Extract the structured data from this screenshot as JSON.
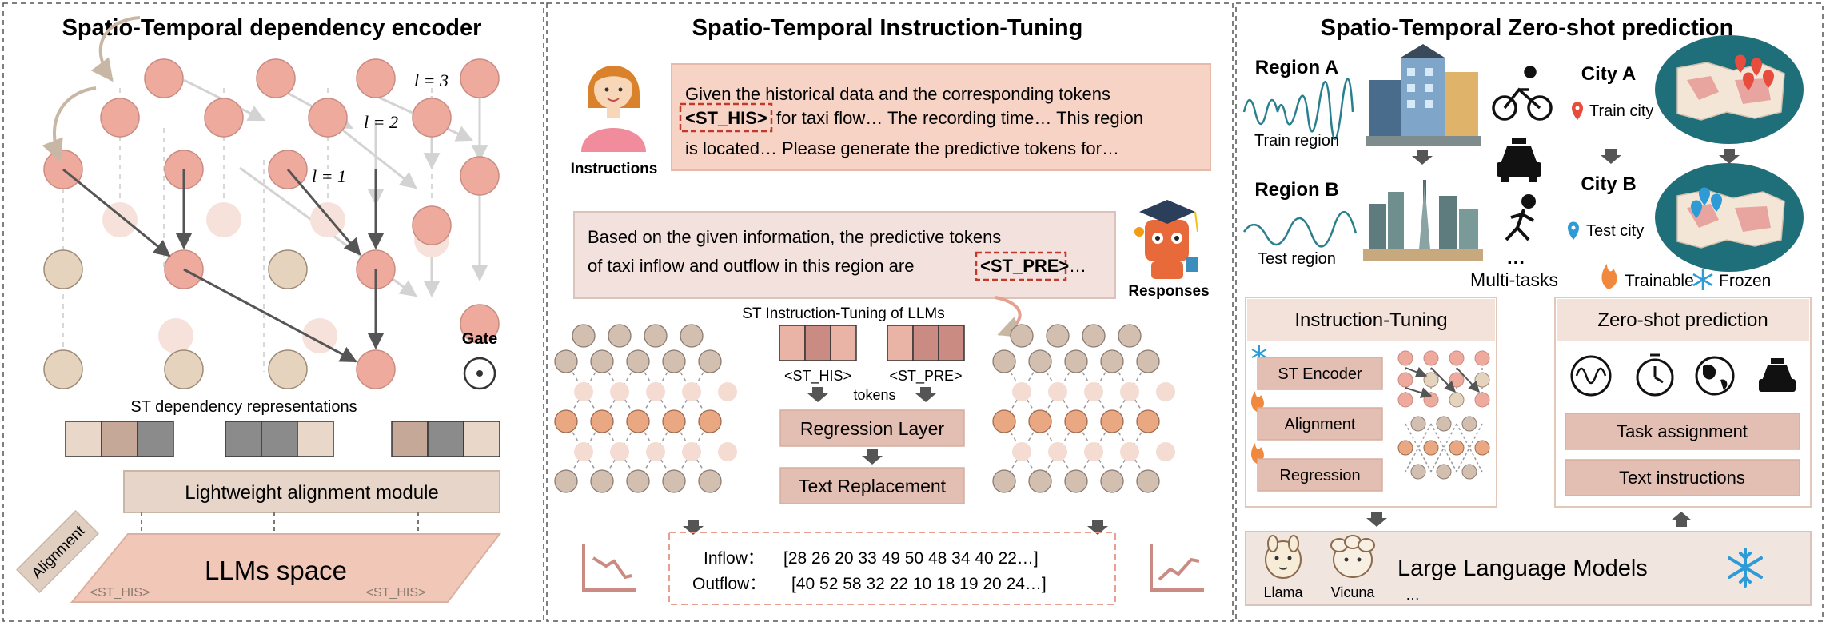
{
  "panel1": {
    "title": "Spatio-Temporal dependency encoder",
    "layer_labels": [
      "l = 3",
      "l = 2",
      "l = 1"
    ],
    "gate_label": "Gate",
    "st_dependency_label": "ST dependency representations",
    "alignment_module": "Lightweight alignment module",
    "alignment_tag": "Alignment",
    "llm_space": "LLMs space",
    "st_his_tokens": [
      "<ST_HIS>",
      "<ST_HIS>"
    ]
  },
  "panel2": {
    "title": "Spatio-Temporal Instruction-Tuning",
    "instructions_label": "Instructions",
    "instruction_text": {
      "line1": "Given the historical data and the corresponding tokens",
      "token": "<ST_HIS>",
      "line2_rest": "for taxi flow… The recording time… This region",
      "line3": "is located… Please generate the predictive tokens for…"
    },
    "response_text": {
      "line1": "Based on the given information, the predictive tokens",
      "line2_start": "of taxi inflow and outflow in this region are",
      "token": "<ST_PRE>",
      "line2_end": "…"
    },
    "responses_label": "Responses",
    "tuning_label": "ST Instruction-Tuning of LLMs",
    "token_his": "<ST_HIS>",
    "token_pre": "<ST_PRE>",
    "tokens_label": "tokens",
    "regression_layer": "Regression Layer",
    "text_replacement": "Text Replacement",
    "inflow_label": "Inflow：",
    "inflow_values": "[28 26 20 33 49 50 48 34 40 22…]",
    "outflow_label": "Outflow：",
    "outflow_values": "[40 52 58 32 22 10 18 19 20 24…]"
  },
  "panel3": {
    "title": "Spatio-Temporal Zero-shot prediction",
    "region_a": "Region A",
    "train_region": "Train region",
    "region_b": "Region B",
    "test_region": "Test region",
    "city_a": "City A",
    "train_city": "Train city",
    "city_b": "City B",
    "test_city": "Test city",
    "ellipsis": "…",
    "multi_tasks": "Multi-tasks",
    "trainable": "Trainable",
    "frozen": "Frozen",
    "instruction_tuning": "Instruction-Tuning",
    "st_encoder": "ST Encoder",
    "alignment": "Alignment",
    "regression": "Regression",
    "zero_shot": "Zero-shot prediction",
    "task_assignment": "Task assignment",
    "text_instructions": "Text instructions",
    "llm": "Large Language Models",
    "llama": "Llama",
    "vicuna": "Vicuna",
    "llm_ellipsis": "…"
  },
  "colors": {
    "salmon": "#e9a99b",
    "beige": "#dccbb7",
    "panel_fill": "#f4d9cf",
    "box_fill": "#e2bfb2",
    "dark_arrow": "#555555",
    "red_dash": "#c0392b",
    "teal": "#2a7f8f"
  }
}
